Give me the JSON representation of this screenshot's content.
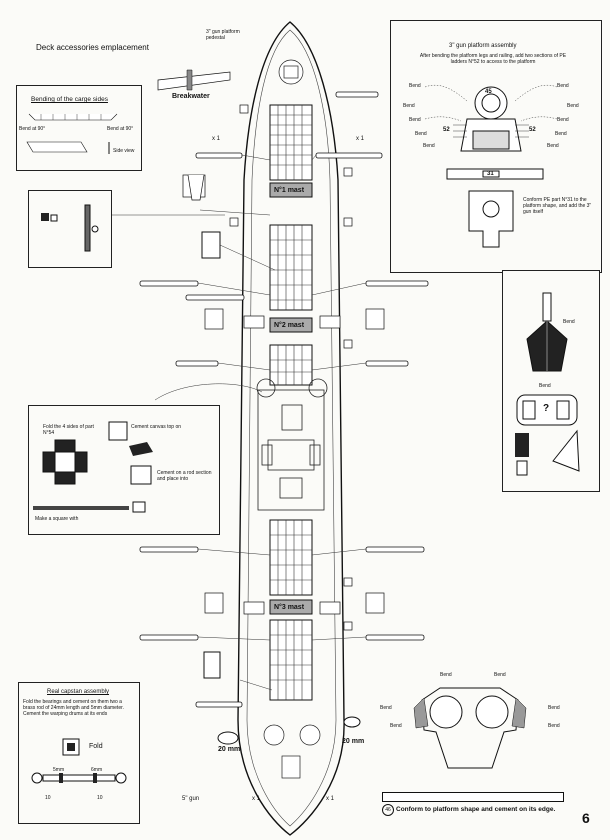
{
  "header": {
    "title": "Deck accessories emplacement",
    "page_number": "6"
  },
  "top_labels": {
    "gun_platform_pedestal": "3\" gun platform pedestal",
    "breakwater": "Breakwater",
    "x1_a": "x 1",
    "x1_b": "x 1"
  },
  "cargo_sides_panel": {
    "title": "Bending of the carge sides",
    "bend_90_left": "Bend at 90°",
    "bend_90_right": "Bend at 90°",
    "side_view": "Side view"
  },
  "gun_platform_panel": {
    "title": "3\" gun platform assembly",
    "instructions": "After bending the platform legs and railing, add two sections of PE ladders N°52 to access to the platform",
    "bend": "Bend",
    "part_45": "45",
    "part_52": "52",
    "part_31": "31",
    "conform_note": "Conform PE part N°31 to the platform shape, and add the 3\" gun itself"
  },
  "deck": {
    "mast1": "N°1 mast",
    "mast2": "N°2 mast",
    "mast3": "N°3 mast"
  },
  "canvas_panel": {
    "fold_note": "Fold the 4 sides of part N°54",
    "cement_canvas": "Cement canvas top on",
    "cement_rod": "Cement on a rod section and place into",
    "square_note": "Make a square with"
  },
  "capstan_panel": {
    "title": "Real capstan assembly",
    "instructions": "Fold the bearings and cement on them two a brass rod of 24mm length and 5mm diameter. Cement the warping drums at its ends",
    "fold": "Fold",
    "part_10": "10",
    "dim_5mm": "5mm",
    "dim_6mm": "6mm"
  },
  "right_side_panel": {
    "bend_top": "Bend",
    "bend_bottom": "Bend",
    "question": "?"
  },
  "bottom_labels": {
    "dim_20mm_left": "20 mm",
    "dim_20mm_right": "20 mm",
    "gun_5in": "5\" gun",
    "x1_c": "x 1",
    "x1_d": "x 1",
    "conform_note": "Conform to platform shape and cement on its edge.",
    "part_46": "46",
    "bend": "Bend"
  }
}
